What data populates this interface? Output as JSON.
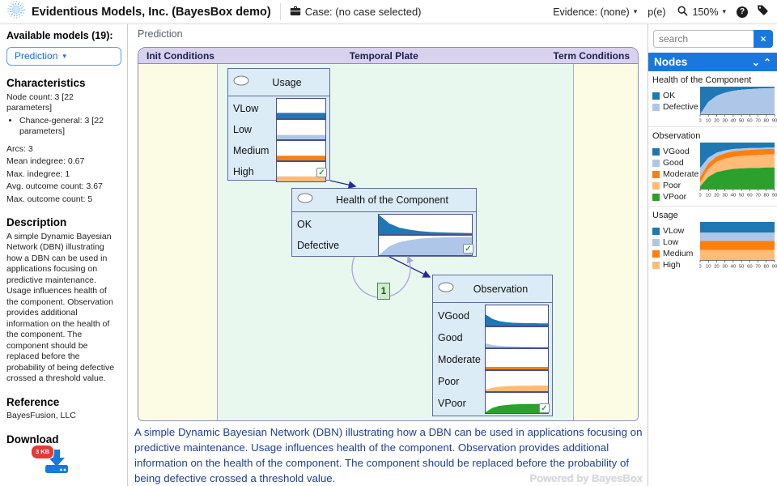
{
  "header": {
    "title": "Evidentious Models, Inc. (BayesBox demo)",
    "case_label": "Case: (no case selected)",
    "evidence_label": "Evidence: (none)",
    "pe_label": "p(e)",
    "zoom_level": "150%"
  },
  "icons": {
    "caret_down": "▾",
    "close": "×",
    "check": "✓",
    "chevron_down": "⌄",
    "chevron_up": "⌃",
    "help": "?"
  },
  "left_sidebar": {
    "available_models_label": "Available models (19):",
    "model_selector": "Prediction",
    "characteristics_heading": "Characteristics",
    "node_count": "Node count: 3 [22 parameters]",
    "node_type_bullet": "Chance-general: 3 [22 parameters]",
    "arcs": "Arcs: 3",
    "mean_indegree": "Mean indegree: 0.67",
    "max_indegree": "Max. indegree: 1",
    "avg_outcome": "Avg. outcome count: 3.67",
    "max_outcome": "Max. outcome count: 5",
    "description_heading": "Description",
    "description_text": "A simple Dynamic Bayesian Network (DBN) illustrating how a DBN can be used in applications focusing on predictive maintenance. Usage influences health of the component. Observation provides additional information on the health of the component. The component should be replaced before the probability of being defective crossed a threshold value.",
    "reference_heading": "Reference",
    "reference_text": "BayesFusion, LLC",
    "download_heading": "Download",
    "download_badge": "3 KB"
  },
  "main": {
    "view_label": "Prediction",
    "plate": {
      "init_label": "Init Conditions",
      "temporal_label": "Temporal Plate",
      "term_label": "Term Conditions"
    },
    "temporal_arc_order": "1",
    "description": "A simple Dynamic Bayesian Network (DBN) illustrating how a DBN can be used in applications focusing on predictive maintenance. Usage influences health of the component. Observation provides additional information on the health of the component. The component should be replaced before the probability of being defective crossed a threshold value.",
    "powered_by": "Powered by BayesBox"
  },
  "right_sidebar": {
    "search_placeholder": "search",
    "nodes_header": "Nodes"
  },
  "chart_data": [
    {
      "id": "health",
      "type": "area",
      "stacked": true,
      "title": "Health of the Component",
      "x": [
        0,
        10,
        20,
        30,
        40,
        50,
        60,
        70,
        80,
        90
      ],
      "ylim": [
        0,
        1
      ],
      "legend_position": "left",
      "series": [
        {
          "name": "OK",
          "color": "#1f77b4",
          "values": [
            1.0,
            0.55,
            0.33,
            0.22,
            0.15,
            0.11,
            0.09,
            0.07,
            0.06,
            0.05
          ]
        },
        {
          "name": "Defective",
          "color": "#aec7e8",
          "values": [
            0.0,
            0.45,
            0.67,
            0.78,
            0.85,
            0.89,
            0.91,
            0.93,
            0.94,
            0.95
          ]
        }
      ]
    },
    {
      "id": "observation",
      "type": "area",
      "stacked": true,
      "title": "Observation",
      "x": [
        0,
        10,
        20,
        30,
        40,
        50,
        60,
        70,
        80,
        90
      ],
      "ylim": [
        0,
        1
      ],
      "legend_position": "left",
      "series": [
        {
          "name": "VGood",
          "color": "#1f77b4",
          "values": [
            0.55,
            0.33,
            0.22,
            0.17,
            0.14,
            0.13,
            0.12,
            0.12,
            0.11,
            0.11
          ]
        },
        {
          "name": "Good",
          "color": "#aec7e8",
          "values": [
            0.2,
            0.12,
            0.08,
            0.06,
            0.05,
            0.04,
            0.04,
            0.03,
            0.03,
            0.03
          ]
        },
        {
          "name": "Moderate",
          "color": "#ff7f0e",
          "values": [
            0.12,
            0.12,
            0.12,
            0.12,
            0.12,
            0.12,
            0.12,
            0.12,
            0.12,
            0.12
          ]
        },
        {
          "name": "Poor",
          "color": "#ffbb78",
          "values": [
            0.08,
            0.17,
            0.22,
            0.25,
            0.26,
            0.27,
            0.27,
            0.28,
            0.28,
            0.28
          ]
        },
        {
          "name": "VPoor",
          "color": "#2ca02c",
          "values": [
            0.05,
            0.26,
            0.36,
            0.4,
            0.43,
            0.44,
            0.45,
            0.45,
            0.46,
            0.46
          ]
        }
      ]
    },
    {
      "id": "usage",
      "type": "area",
      "stacked": true,
      "title": "Usage",
      "x": [
        0,
        10,
        20,
        30,
        40,
        50,
        60,
        70,
        80,
        90
      ],
      "ylim": [
        0,
        1
      ],
      "legend_position": "left",
      "series": [
        {
          "name": "VLow",
          "color": "#1f77b4",
          "values": [
            0.28,
            0.28,
            0.28,
            0.28,
            0.28,
            0.28,
            0.28,
            0.28,
            0.28,
            0.28
          ]
        },
        {
          "name": "Low",
          "color": "#aec7e8",
          "values": [
            0.22,
            0.22,
            0.22,
            0.22,
            0.22,
            0.22,
            0.22,
            0.22,
            0.22,
            0.22
          ]
        },
        {
          "name": "Medium",
          "color": "#ff7f0e",
          "values": [
            0.24,
            0.24,
            0.24,
            0.24,
            0.24,
            0.24,
            0.24,
            0.24,
            0.24,
            0.24
          ]
        },
        {
          "name": "High",
          "color": "#ffbb78",
          "values": [
            0.26,
            0.26,
            0.26,
            0.26,
            0.26,
            0.26,
            0.26,
            0.26,
            0.26,
            0.26
          ]
        }
      ]
    }
  ]
}
